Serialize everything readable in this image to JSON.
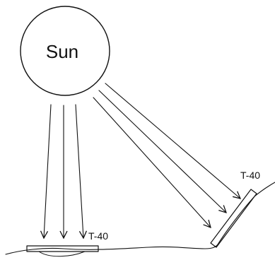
{
  "diagram": {
    "sun_label": "Sun",
    "panel_flat_label": "T-40",
    "panel_tilted_label": "T-40"
  }
}
